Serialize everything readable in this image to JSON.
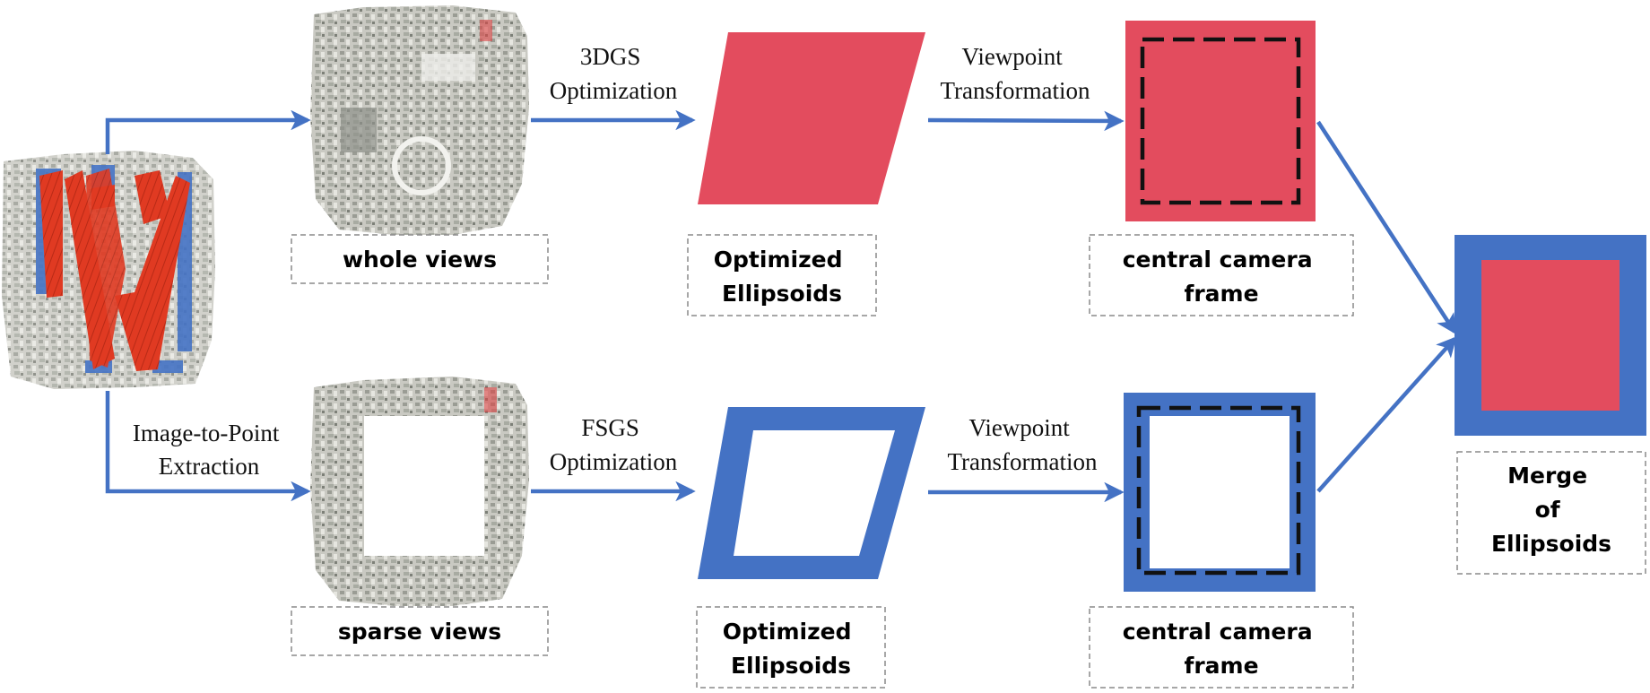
{
  "colors": {
    "red": "#e34c5e",
    "blue": "#4472c4",
    "trajectory_red": "#e03a22",
    "map_gray": "#b9b9b2"
  },
  "top_row": {
    "source_label": "whole views",
    "step1": [
      "3DGS",
      "Optimization"
    ],
    "result_label": [
      "Optimized",
      "Ellipsoids"
    ],
    "step2": [
      "Viewpoint",
      "Transformation"
    ],
    "frame_label": [
      "central camera",
      "frame"
    ]
  },
  "bottom_row": {
    "extraction": [
      "Image-to-Point",
      "Extraction"
    ],
    "source_label": "sparse views",
    "step1": [
      "FSGS",
      "Optimization"
    ],
    "result_label": [
      "Optimized",
      "Ellipsoids"
    ],
    "step2": [
      "Viewpoint",
      "Transformation"
    ],
    "frame_label": [
      "central camera",
      "frame"
    ]
  },
  "merge_label": [
    "Merge",
    "of",
    "Ellipsoids"
  ]
}
